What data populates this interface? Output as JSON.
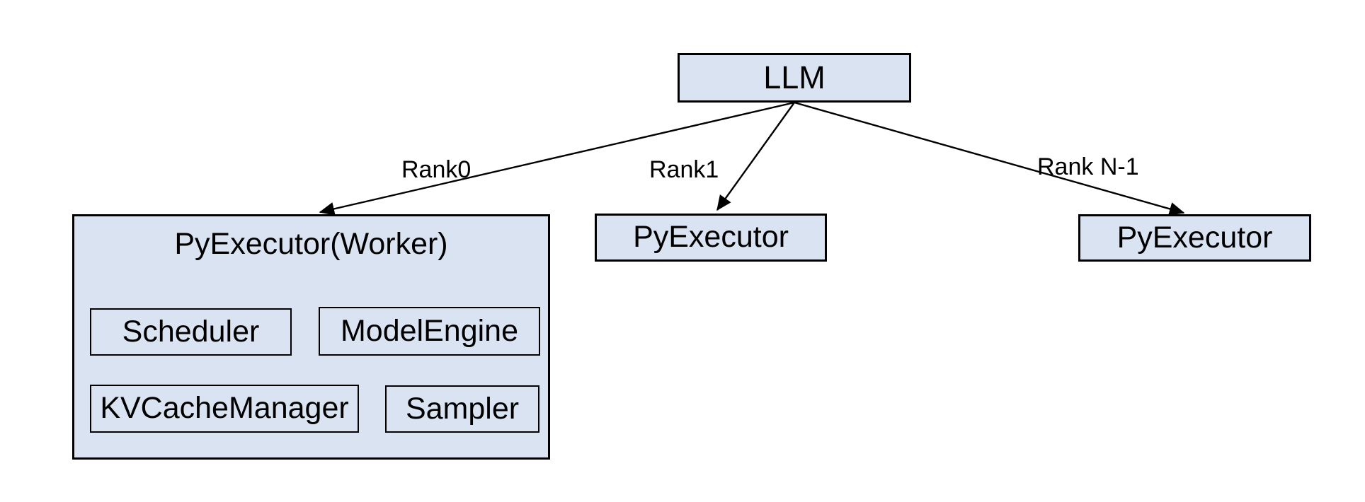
{
  "diagram": {
    "colors": {
      "background": "#ffffff",
      "box_fill": "#dae3f1",
      "box_border": "#000000",
      "line": "#000000",
      "text": "#000000"
    },
    "root": {
      "label": "LLM"
    },
    "edges": [
      {
        "label": "Rank0"
      },
      {
        "label": "Rank1"
      },
      {
        "label": "Rank N-1"
      }
    ],
    "worker": {
      "title": "PyExecutor(Worker)",
      "components": [
        "Scheduler",
        "ModelEngine",
        "KVCacheManager",
        "Sampler"
      ]
    },
    "executors": [
      {
        "label": "PyExecutor"
      },
      {
        "label": "PyExecutor"
      }
    ]
  }
}
